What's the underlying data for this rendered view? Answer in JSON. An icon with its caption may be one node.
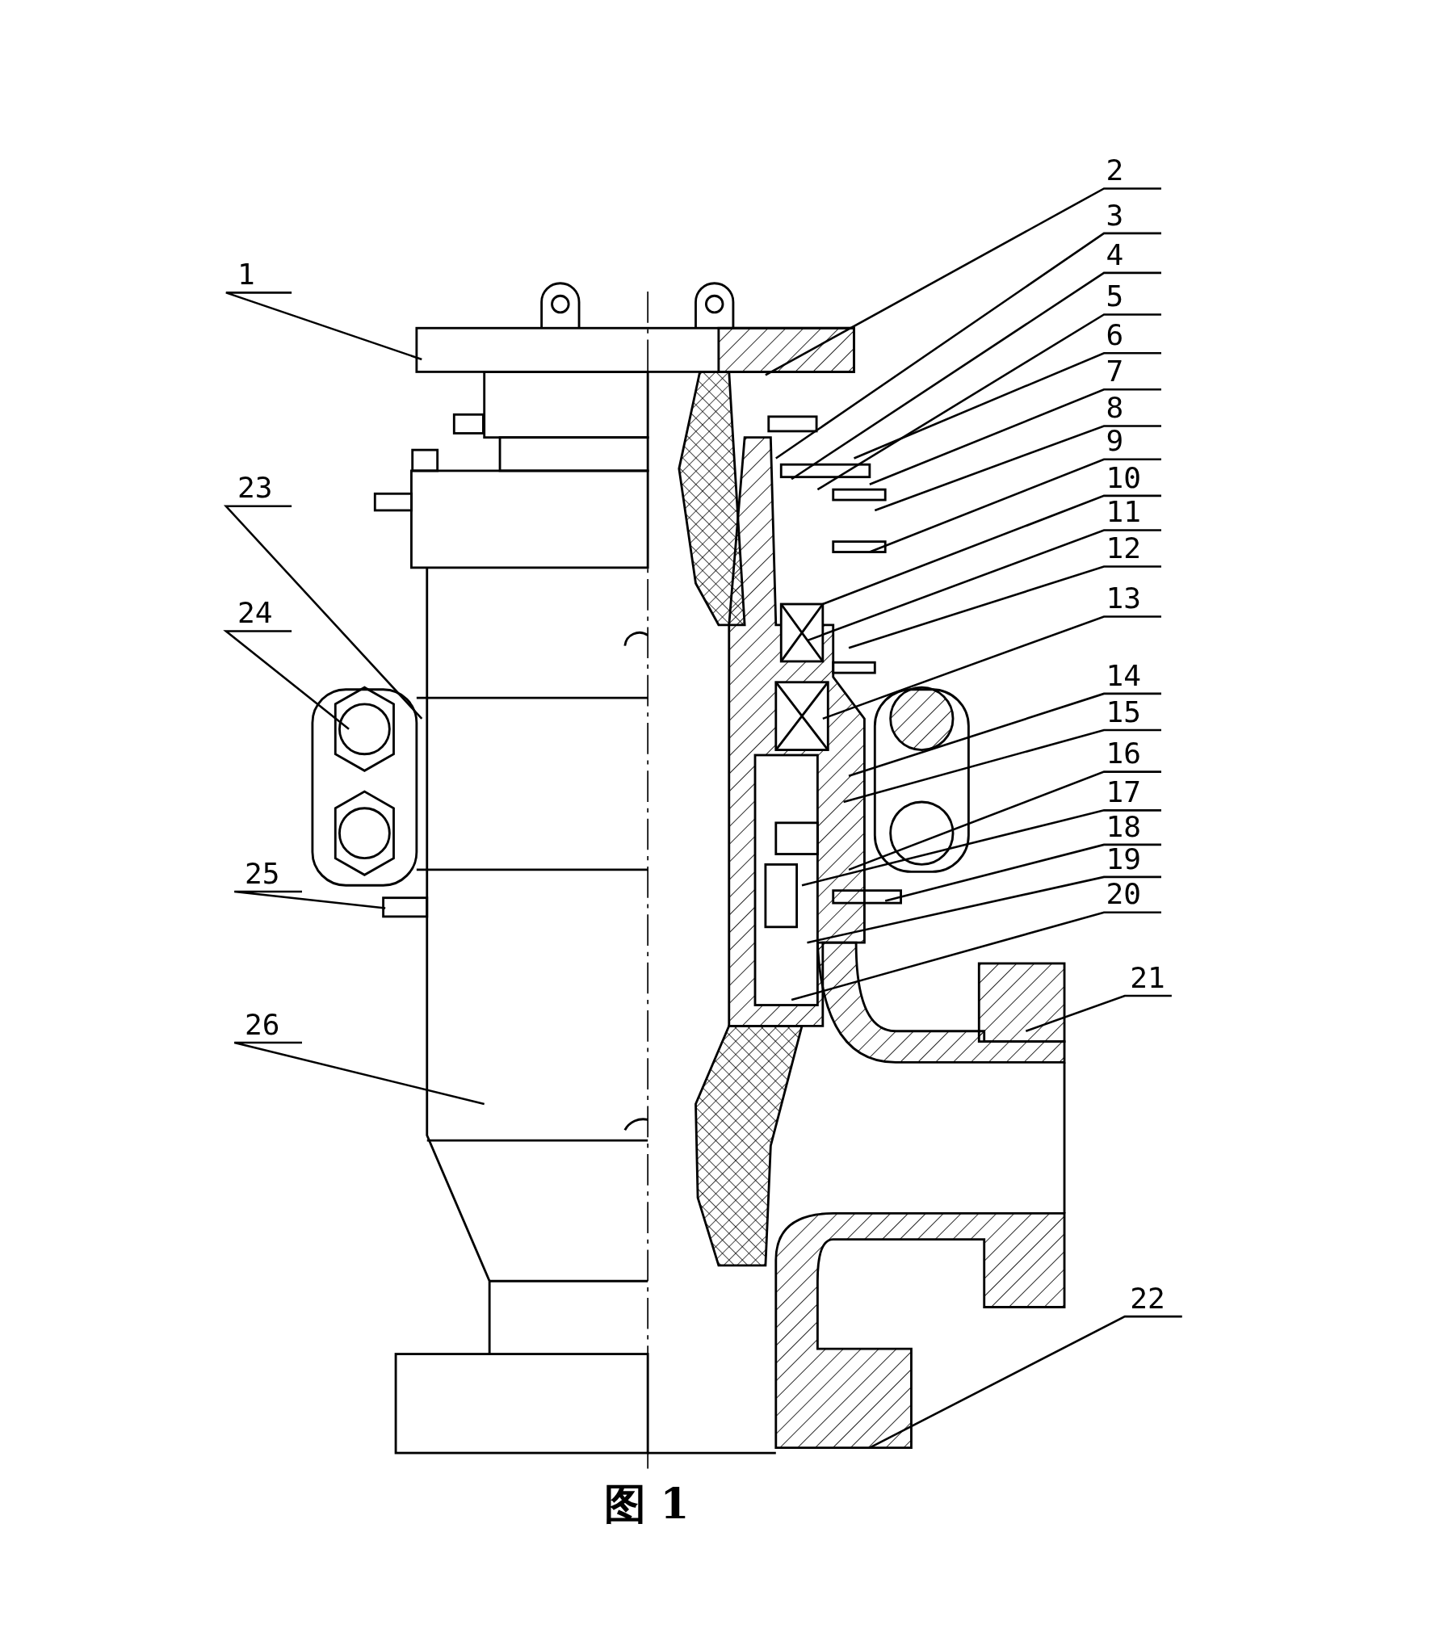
{
  "diagram": {
    "caption": "图 1",
    "nodes": [
      {
        "text": [
          "1"
        ]
      },
      {
        "text": [
          "2"
        ]
      },
      {
        "text": [
          "3"
        ]
      },
      {
        "text": [
          "4"
        ]
      },
      {
        "text": [
          "5"
        ]
      },
      {
        "text": [
          "6"
        ]
      },
      {
        "text": [
          "7"
        ]
      },
      {
        "text": [
          "8"
        ]
      },
      {
        "text": [
          "9"
        ]
      },
      {
        "text": [
          "10"
        ]
      },
      {
        "text": [
          "11"
        ]
      },
      {
        "text": [
          "12"
        ]
      },
      {
        "text": [
          "13"
        ]
      },
      {
        "text": [
          "14"
        ]
      },
      {
        "text": [
          "15"
        ]
      },
      {
        "text": [
          "16"
        ]
      },
      {
        "text": [
          "17"
        ]
      },
      {
        "text": [
          "18"
        ]
      },
      {
        "text": [
          "19"
        ]
      },
      {
        "text": [
          "20"
        ]
      },
      {
        "text": [
          "21"
        ]
      },
      {
        "text": [
          "22"
        ]
      },
      {
        "text": [
          "23"
        ]
      },
      {
        "text": [
          "24"
        ]
      },
      {
        "text": [
          "25"
        ]
      },
      {
        "text": [
          "26"
        ]
      }
    ],
    "edges": [
      {
        "from": 0,
        "to": null,
        "arrow": "none"
      },
      {
        "from": 1,
        "to": null,
        "arrow": "none"
      },
      {
        "from": 2,
        "to": null,
        "arrow": "none"
      },
      {
        "from": 3,
        "to": null,
        "arrow": "none"
      },
      {
        "from": 4,
        "to": null,
        "arrow": "none"
      },
      {
        "from": 5,
        "to": null,
        "arrow": "none"
      },
      {
        "from": 6,
        "to": null,
        "arrow": "none"
      },
      {
        "from": 7,
        "to": null,
        "arrow": "none"
      },
      {
        "from": 8,
        "to": null,
        "arrow": "none"
      },
      {
        "from": 9,
        "to": null,
        "arrow": "none"
      },
      {
        "from": 10,
        "to": null,
        "arrow": "none"
      },
      {
        "from": 11,
        "to": null,
        "arrow": "none"
      },
      {
        "from": 12,
        "to": null,
        "arrow": "none"
      },
      {
        "from": 13,
        "to": null,
        "arrow": "none"
      },
      {
        "from": 14,
        "to": null,
        "arrow": "none"
      },
      {
        "from": 15,
        "to": null,
        "arrow": "none"
      },
      {
        "from": 16,
        "to": null,
        "arrow": "none"
      },
      {
        "from": 17,
        "to": null,
        "arrow": "none"
      },
      {
        "from": 18,
        "to": null,
        "arrow": "none"
      },
      {
        "from": 19,
        "to": null,
        "arrow": "none"
      },
      {
        "from": 20,
        "to": null,
        "arrow": "none"
      },
      {
        "from": 21,
        "to": null,
        "arrow": "none"
      },
      {
        "from": 22,
        "to": null,
        "arrow": "none"
      },
      {
        "from": 23,
        "to": null,
        "arrow": "none"
      },
      {
        "from": 24,
        "to": null,
        "arrow": "none"
      },
      {
        "from": 25,
        "to": null,
        "arrow": "none"
      }
    ]
  }
}
